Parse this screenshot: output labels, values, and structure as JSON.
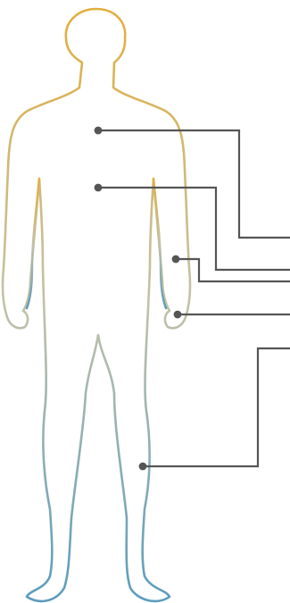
{
  "diagram": {
    "subject": "human-body-front-silhouette",
    "outline_gradient": {
      "top": "#E2AE3C",
      "middle": "#C2C2A8",
      "bottom": "#5A9CBE"
    },
    "callout_color": "#555555",
    "callouts": [
      {
        "id": "chest"
      },
      {
        "id": "abdomen"
      },
      {
        "id": "forearm"
      },
      {
        "id": "wrist"
      },
      {
        "id": "calf"
      }
    ]
  }
}
